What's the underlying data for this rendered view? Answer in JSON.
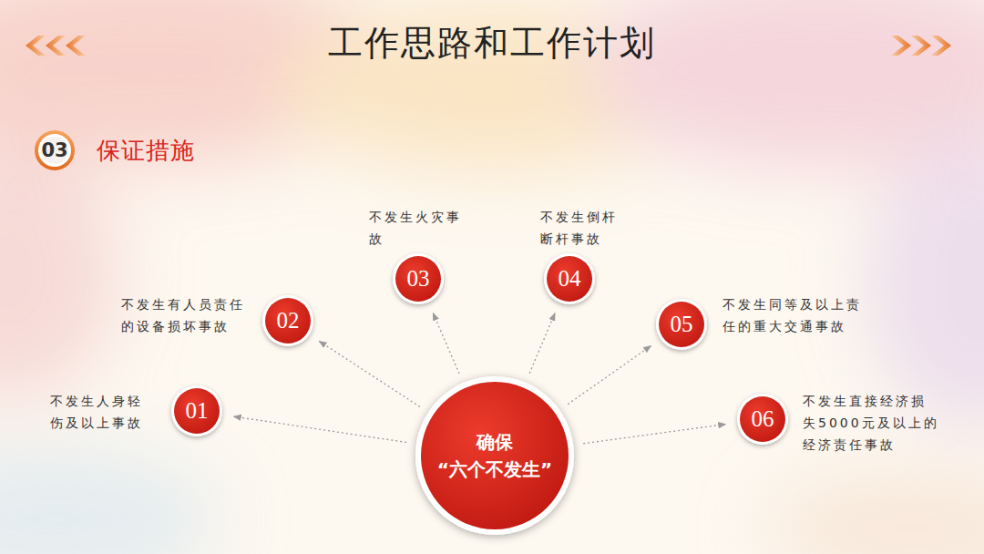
{
  "diagram": {
    "title": "工作思路和工作计划",
    "nodes": [
      {
        "text": [
          "03",
          "保证措施"
        ]
      },
      {
        "text": [
          "01",
          "不发生人身轻伤及以上事故"
        ]
      },
      {
        "text": [
          "02",
          "不发生有人员责任的设备损坏事故"
        ]
      },
      {
        "text": [
          "03",
          "不发生火灾事故"
        ]
      },
      {
        "text": [
          "04",
          "不发生倒杆断杆事故"
        ]
      },
      {
        "text": [
          "05",
          "不发生同等及以上责任的重大交通事故"
        ]
      },
      {
        "text": [
          "06",
          "不发生直接经济损失5000元及以上的经济责任事故"
        ]
      },
      {
        "text": [
          "确保 “六个不发生”"
        ]
      }
    ],
    "edges": [
      {
        "from": 7,
        "to": 1,
        "arrow": "to"
      },
      {
        "from": 7,
        "to": 2,
        "arrow": "to"
      },
      {
        "from": 7,
        "to": 3,
        "arrow": "to"
      },
      {
        "from": 7,
        "to": 4,
        "arrow": "to"
      },
      {
        "from": 7,
        "to": 5,
        "arrow": "to"
      },
      {
        "from": 7,
        "to": 6,
        "arrow": "to"
      }
    ]
  }
}
